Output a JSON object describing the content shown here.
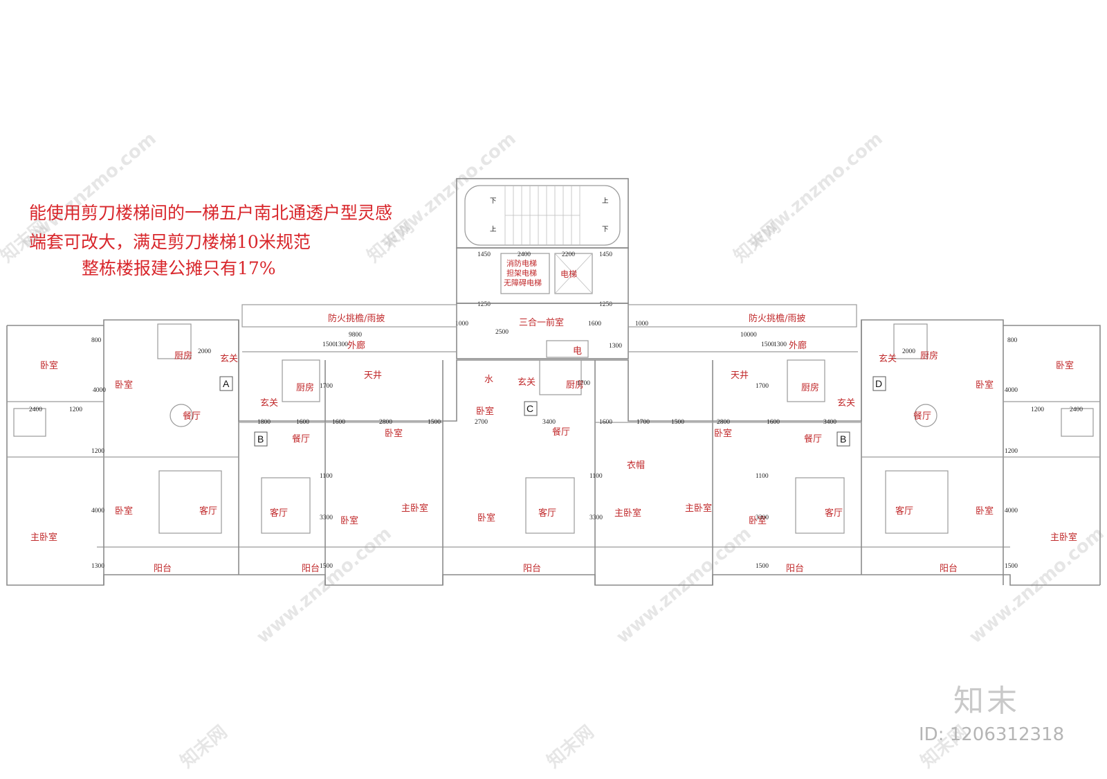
{
  "headings": {
    "line1": "能使用剪刀楼梯间的一梯五户南北通透户型灵感",
    "line2": "端套可改大，满足剪刀楼梯10米规范",
    "line3": "整栋楼报建公摊只有17%"
  },
  "watermark": {
    "url": "www.znzmo.com",
    "brand": "知末网",
    "logo_text": "知末",
    "id_text": "ID: 1206312318"
  },
  "core": {
    "stair_down": "下",
    "stair_up": "上",
    "fire_elevator": [
      "消防电梯",
      "担架电梯",
      "无障碍电梯"
    ],
    "elevator": "电梯",
    "front_room": "三合一前室",
    "electric": "电",
    "water": "水",
    "canopy": "防火挑檐/雨披",
    "corridor": "外廊",
    "light_well": "天井"
  },
  "units": {
    "a": "A",
    "b": "B",
    "c": "C",
    "d": "D"
  },
  "rooms": {
    "bedroom": "卧室",
    "master_bedroom": "主卧室",
    "kitchen": "厨房",
    "dining": "餐厅",
    "living": "客厅",
    "balcony": "阳台",
    "foyer": "玄关",
    "cloakroom": "衣帽"
  },
  "dims": {
    "d800": "800",
    "d2000": "2000",
    "d4000": "4000",
    "d2400": "2400",
    "d1200": "1200",
    "d1300": "1300",
    "d1500": "1500",
    "d1800": "1800",
    "d1600": "1600",
    "d2800": "2800",
    "d1700": "1700",
    "d2700": "2700",
    "d3400": "3400",
    "d1100": "1100",
    "d3300": "3300",
    "d1450": "1450",
    "d2200": "2200",
    "d1250": "1250",
    "d1000": "1000",
    "d2500": "2500",
    "d9800": "9800",
    "d10000": "10000"
  }
}
